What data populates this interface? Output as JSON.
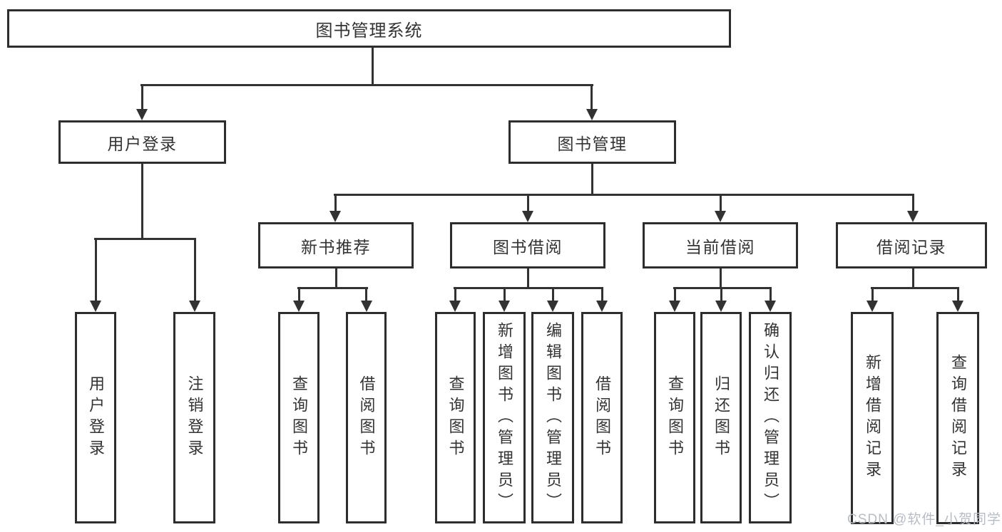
{
  "diagram": {
    "tree": {
      "label": "图书管理系统",
      "children": [
        {
          "label": "用户登录",
          "children": [
            {
              "label": "用户登录"
            },
            {
              "label": "注销登录"
            }
          ]
        },
        {
          "label": "图书管理",
          "children": [
            {
              "label": "新书推荐",
              "children": [
                {
                  "label": "查询图书"
                },
                {
                  "label": "借阅图书"
                }
              ]
            },
            {
              "label": "图书借阅",
              "children": [
                {
                  "label": "查询图书"
                },
                {
                  "label": "新增图书（管理员）"
                },
                {
                  "label": "编辑图书（管理员）"
                },
                {
                  "label": "借阅图书"
                }
              ]
            },
            {
              "label": "当前借阅",
              "children": [
                {
                  "label": "查询图书"
                },
                {
                  "label": "归还图书"
                },
                {
                  "label": "确认归还（管理员）"
                }
              ]
            },
            {
              "label": "借阅记录",
              "children": [
                {
                  "label": "新增借阅记录"
                },
                {
                  "label": "查询借阅记录"
                }
              ]
            }
          ]
        }
      ]
    }
  },
  "watermark": {
    "text": "CSDN @软件_小贺同学"
  },
  "colors": {
    "line": "#323232",
    "border": "#2d2d2d",
    "text": "#333333",
    "watermark": "#b8bcc4",
    "background": "#ffffff"
  }
}
